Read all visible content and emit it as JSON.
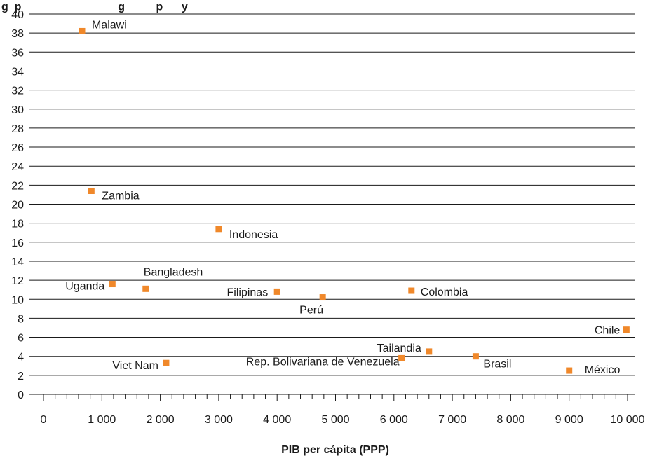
{
  "chart_data": {
    "type": "scatter",
    "title": "",
    "xlabel": "PIB per cápita (PPP)",
    "ylabel": "",
    "xlim": [
      0,
      10000
    ],
    "ylim": [
      0,
      40
    ],
    "x_ticks": [
      0,
      1000,
      2000,
      3000,
      4000,
      5000,
      6000,
      7000,
      8000,
      9000,
      10000
    ],
    "x_tick_labels": [
      "0",
      "1 000",
      "2 000",
      "3 000",
      "4 000",
      "5 000",
      "6 000",
      "7 000",
      "8 000",
      "9 000",
      "10 000"
    ],
    "y_ticks": [
      0,
      2,
      4,
      6,
      8,
      10,
      12,
      14,
      16,
      18,
      20,
      22,
      24,
      26,
      28,
      30,
      32,
      34,
      36,
      38,
      40
    ],
    "y_tick_labels": [
      "0",
      "2",
      "4",
      "6",
      "8",
      "10",
      "12",
      "14",
      "16",
      "18",
      "20",
      "22",
      "24",
      "26",
      "28",
      "30",
      "32",
      "34",
      "36",
      "38",
      "40"
    ],
    "grid": "horizontal",
    "legend": "none",
    "marker_color": "#f0882a",
    "points": [
      {
        "label": "Malawi",
        "x": 660,
        "y": 38.2
      },
      {
        "label": "Zambia",
        "x": 820,
        "y": 21.4
      },
      {
        "label": "Indonesia",
        "x": 3000,
        "y": 17.4
      },
      {
        "label": "Uganda",
        "x": 1180,
        "y": 11.6
      },
      {
        "label": "Bangladesh",
        "x": 1750,
        "y": 11.1
      },
      {
        "label": "Filipinas",
        "x": 4000,
        "y": 10.8
      },
      {
        "label": "Perú",
        "x": 4780,
        "y": 10.2
      },
      {
        "label": "Colombia",
        "x": 6300,
        "y": 10.9
      },
      {
        "label": "Chile",
        "x": 9980,
        "y": 6.8
      },
      {
        "label": "Tailandia",
        "x": 6600,
        "y": 4.5
      },
      {
        "label": "Brasil",
        "x": 7400,
        "y": 4.0
      },
      {
        "label": "Rep. Bolivariana de Venezuela",
        "x": 6130,
        "y": 3.8
      },
      {
        "label": "Viet Nam",
        "x": 2100,
        "y": 3.3
      },
      {
        "label": "México",
        "x": 9000,
        "y": 2.5
      }
    ]
  },
  "header_fragment": "g  p                               g          p      y"
}
